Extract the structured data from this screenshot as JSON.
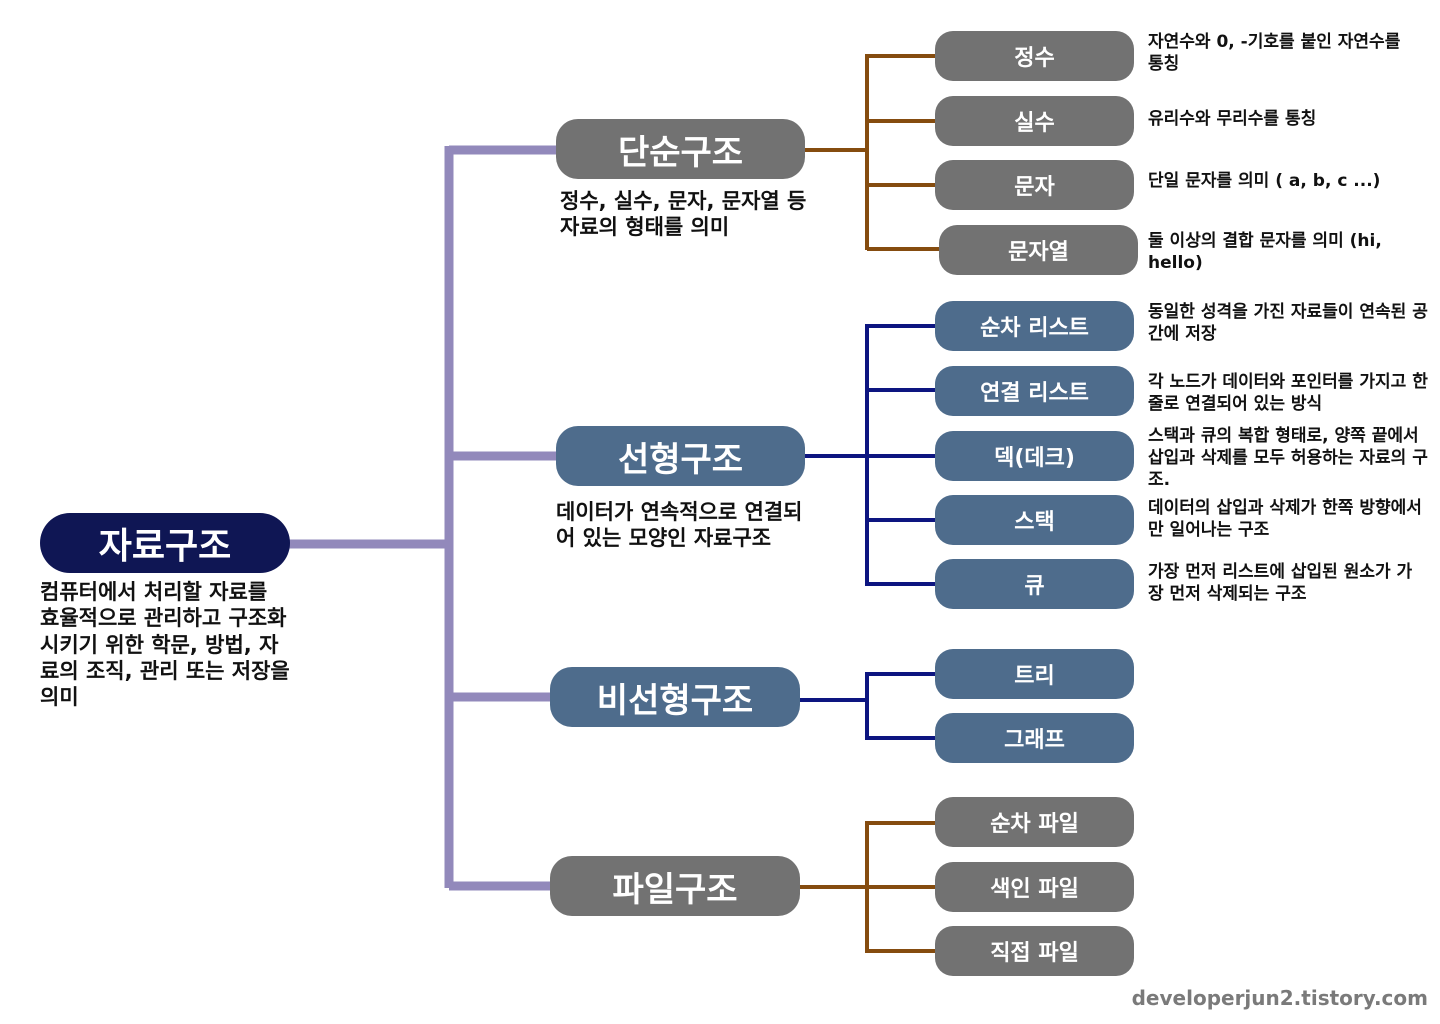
{
  "root": {
    "label": "자료구조",
    "desc": "컴퓨터에서 처리할 자료를 효율적으로 관리하고 구조화시키기 위한 학문, 방법, 자료의 조직, 관리 또는 저장을 의미"
  },
  "categories": [
    {
      "label": "단순구조",
      "desc": "정수, 실수, 문자, 문자열 등 자료의 형태를 의미",
      "items": [
        {
          "label": "정수",
          "desc": "자연수와 0, -기호를 붙인 자연수를 통칭"
        },
        {
          "label": "실수",
          "desc": "유리수와 무리수를 통칭"
        },
        {
          "label": "문자",
          "desc": "단일 문자를 의미 ( a, b, c ...)"
        },
        {
          "label": "문자열",
          "desc": "둘 이상의 결합 문자를 의미 (hi, hello)"
        }
      ]
    },
    {
      "label": "선형구조",
      "desc": "데이터가 연속적으로 연결되어 있는 모양인 자료구조",
      "items": [
        {
          "label": "순차 리스트",
          "desc": "동일한 성격을 가진 자료들이 연속된 공간에 저장"
        },
        {
          "label": "연결 리스트",
          "desc": "각 노드가 데이터와 포인터를 가지고 한 줄로 연결되어 있는 방식"
        },
        {
          "label": "덱(데크)",
          "desc": "스택과 큐의 복합 형태로, 양쪽 끝에서 삽입과 삭제를 모두 허용하는 자료의 구조."
        },
        {
          "label": "스택",
          "desc": "데이터의 삽입과 삭제가 한쪽 방향에서만 일어나는 구조"
        },
        {
          "label": "큐",
          "desc": "가장 먼저 리스트에 삽입된 원소가 가장 먼저 삭제되는 구조"
        }
      ]
    },
    {
      "label": "비선형구조",
      "items": [
        {
          "label": "트리"
        },
        {
          "label": "그래프"
        }
      ]
    },
    {
      "label": "파일구조",
      "items": [
        {
          "label": "순차 파일"
        },
        {
          "label": "색인 파일"
        },
        {
          "label": "직접 파일"
        }
      ]
    }
  ],
  "watermark": "developerjun2.tistory.com",
  "colors": {
    "root": "#0f1654",
    "gray_node": "#727272",
    "blue_node": "#4e6c8c",
    "trunk_line": "#9289bb",
    "brown_line": "#854c0f",
    "navy_line": "#0d1580"
  }
}
